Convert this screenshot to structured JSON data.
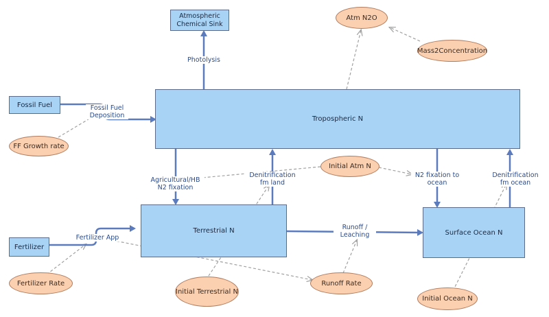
{
  "stocks": {
    "atmospheric_sink": "Atmospheric Chemical Sink",
    "fossil_fuel": "Fossil Fuel",
    "tropospheric_n": "Tropospheric N",
    "terrestrial_n": "Terrestrial N",
    "fertilizer": "Fertilizer",
    "surface_ocean_n": "Surface Ocean N"
  },
  "auxiliaries": {
    "atm_n2o": "Atm N2O",
    "mass2concentration": "Mass2Concentration",
    "ff_growth_rate": "FF Growth rate",
    "initial_atm_n": "Initial Atm N",
    "fertilizer_rate": "Fertilizer Rate",
    "initial_terrestrial_n": "Initial Terrestrial N",
    "runoff_rate": "Runoff Rate",
    "initial_ocean_n": "Initial Ocean N"
  },
  "flows": {
    "photolysis": "Photolysis",
    "fossil_fuel_deposition": "Fossil Fuel Deposition",
    "agricultural_hb_n2_fixation": "Agricultural/HB N2 fixation",
    "denitrification_fm_land": "Denitrification fm land",
    "n2_fixation_to_ocean": "N2 fixation to ocean",
    "denitrification_fm_ocean": "Denitrification fm ocean",
    "fertilizer_app": "Fertilizer App",
    "runoff_leaching": "Runoff / Leaching"
  },
  "colors": {
    "stock_fill": "#a9d3f5",
    "aux_fill": "#fbd0b0",
    "flow_arrow": "#5b7bbd",
    "link_arrow": "#a0a0a0"
  }
}
